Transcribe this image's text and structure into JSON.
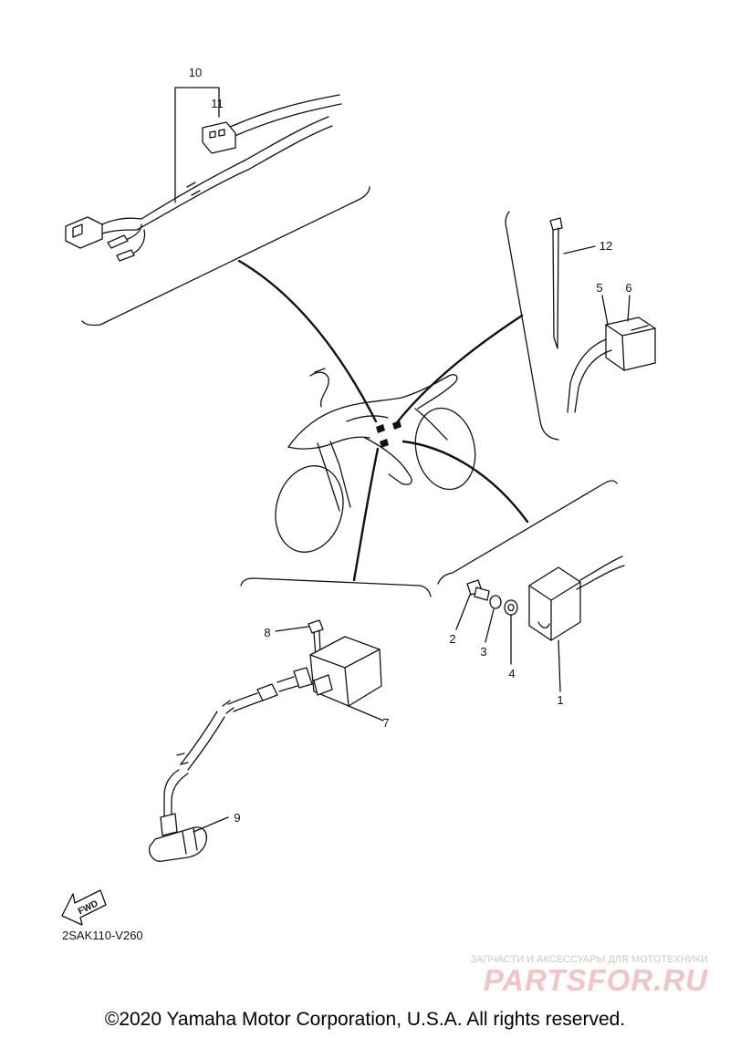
{
  "callouts": [
    {
      "id": "c1",
      "text": "1"
    },
    {
      "id": "c2",
      "text": "2"
    },
    {
      "id": "c3",
      "text": "3"
    },
    {
      "id": "c4",
      "text": "4"
    },
    {
      "id": "c5",
      "text": "5"
    },
    {
      "id": "c6",
      "text": "6"
    },
    {
      "id": "c7",
      "text": "7"
    },
    {
      "id": "c8",
      "text": "8"
    },
    {
      "id": "c9",
      "text": "9"
    },
    {
      "id": "c10",
      "text": "10"
    },
    {
      "id": "c11",
      "text": "11"
    },
    {
      "id": "c12",
      "text": "12"
    }
  ],
  "fwd_label": "FWD",
  "diagram_code": "2SAK110-V260",
  "watermark": {
    "tagline": "ЗАПЧАСТИ И АКСЕССУАРЫ ДЛЯ МОТОТЕХНИКИ",
    "brand": "PARTSFOR.RU"
  },
  "copyright": "©2020 Yamaha Motor Corporation, U.S.A. All rights reserved."
}
